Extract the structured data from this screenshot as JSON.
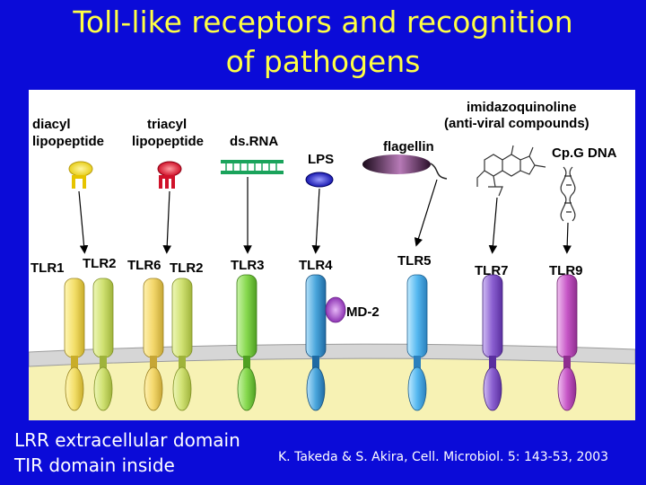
{
  "title": {
    "line1": "Toll-like receptors and recognition",
    "line2": "of pathogens"
  },
  "ligands": {
    "diacyl": [
      "diacyl",
      "lipopeptide"
    ],
    "triacyl": [
      "triacyl",
      "lipopeptide"
    ],
    "dsrna": "ds.RNA",
    "lps": "LPS",
    "flagellin": "flagellin",
    "imidazoquinoline": [
      "imidazoquinoline",
      "(anti-viral compounds)"
    ],
    "cpg": "Cp.G DNA"
  },
  "receptors": {
    "tlr1": "TLR1",
    "tlr2a": "TLR2",
    "tlr6": "TLR6",
    "tlr2b": "TLR2",
    "tlr3": "TLR3",
    "tlr4": "TLR4",
    "md2": "MD-2",
    "tlr5": "TLR5",
    "tlr7": "TLR7",
    "tlr9": "TLR9"
  },
  "caption": {
    "line1": "LRR extracellular domain",
    "line2": "TIR domain inside",
    "reference": "K. Takeda & S. Akira, Cell. Microbiol. 5: 143-53, 2003"
  },
  "colors": {
    "background": "#0b0bd8",
    "title": "#ffff44",
    "cytoplasm": "#f7f2b4",
    "membrane": "#d9d9d9",
    "tlr1": "#f3df6a",
    "tlr2": "#cfe071",
    "tlr6": "#f3d76b",
    "tlr3": "#86d84e",
    "tlr4": "#4aa6dc",
    "md2": "#b45fd6",
    "tlr5": "#55b8f0",
    "tlr7": "#8a5fd0",
    "tlr9": "#c757c7"
  }
}
